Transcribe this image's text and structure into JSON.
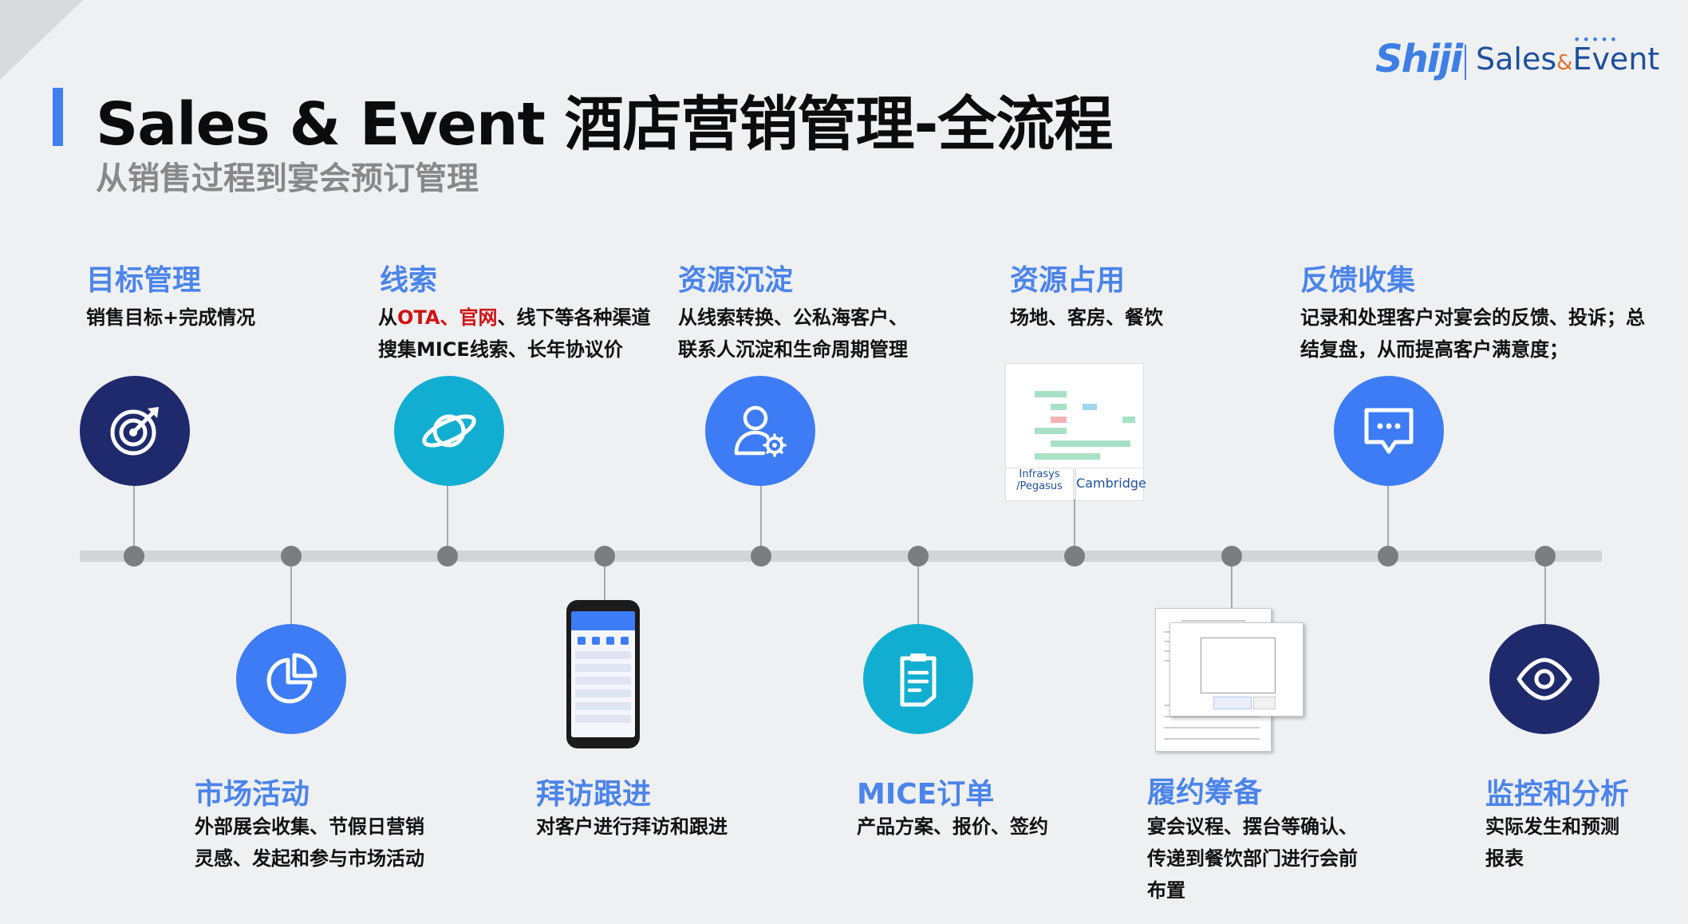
{
  "header": {
    "title": "Sales & Event 酒店营销管理-全流程",
    "subtitle": "从销售过程到宴会预订管理"
  },
  "logo": {
    "brand": "Shiji",
    "product_prefix": "Sales",
    "product_amp": "&",
    "product_suffix": "Event",
    "dots": "•••••"
  },
  "colors": {
    "accent": "#3f7ff0",
    "title_blue": "#4b84ea",
    "navy": "#1e2a6c",
    "blue": "#3d7cf4",
    "cyan": "#12aed1",
    "highlight_red": "#d01212"
  },
  "stages": {
    "s1": {
      "title": "目标管理",
      "desc": "销售目标+完成情况",
      "icon": "target-icon"
    },
    "s2": {
      "title": "市场活动",
      "desc": "外部展会收集、节假日营销灵感、发起和参与市场活动",
      "icon": "pie-chart-icon"
    },
    "s3": {
      "title": "线索",
      "desc_prefix": "从",
      "desc_red1": "OTA",
      "desc_sep": "、",
      "desc_red2": "官网",
      "desc_rest": "、线下等各种渠道搜集MICE线索、长年协议价",
      "icon": "planet-icon"
    },
    "s4": {
      "title": "拜访跟进",
      "desc": "对客户进行拜访和跟进",
      "icon": "phone-mockup"
    },
    "s5": {
      "title": "资源沉淀",
      "desc": "从线索转换、公私海客户、联系人沉淀和生命周期管理",
      "icon": "user-settings-icon"
    },
    "s6": {
      "title": "MICE订单",
      "desc": "产品方案、报价、签约",
      "icon": "clipboard-icon"
    },
    "s7": {
      "title": "资源占用",
      "desc": "场地、客房、餐饮",
      "icon": "gantt-screenshot",
      "logo1": "Infrasys /Pegasus",
      "logo2": "Cambridge"
    },
    "s8": {
      "title": "履约筹备",
      "desc": "宴会议程、摆台等确认、传递到餐饮部门进行会前布置",
      "icon": "floor-plan-document"
    },
    "s9": {
      "title": "反馈收集",
      "desc": "记录和处理客户对宴会的反馈、投诉；总结复盘，从而提高客户满意度；",
      "icon": "chat-bubble-icon"
    },
    "s10": {
      "title": "监控和分析",
      "desc": "实际发生和预测报表",
      "icon": "eye-icon"
    }
  }
}
